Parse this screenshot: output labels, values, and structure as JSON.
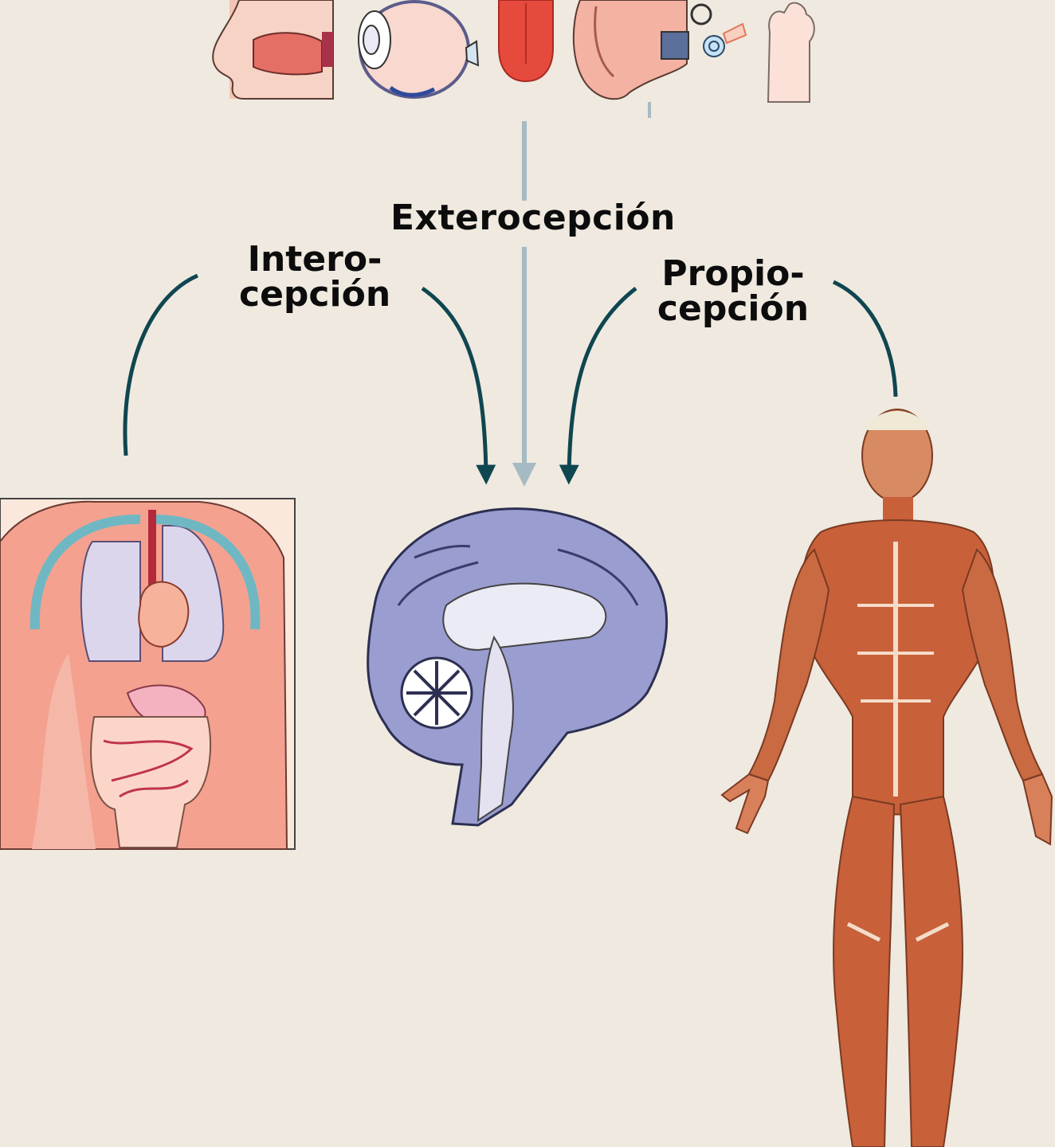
{
  "diagram": {
    "labels": {
      "exteroception": "Exterocepción",
      "interoception": [
        "Intero-",
        "cepción"
      ],
      "proprioception": [
        "Propio-",
        "cepción"
      ]
    },
    "icons": {
      "sense_organs": [
        "nose-icon",
        "eye-icon",
        "tongue-icon",
        "ear-icon",
        "hand-icon"
      ],
      "center": "brain-icon",
      "left": "internal-organs-icon",
      "right": "muscular-body-icon"
    },
    "colors": {
      "background": "#efe9e0",
      "arrow_dark": "#0f4650",
      "arrow_light": "#a6bac3",
      "brain": "#9a9dd0",
      "muscle": "#c8603a",
      "skin": "#f2a08c"
    }
  }
}
